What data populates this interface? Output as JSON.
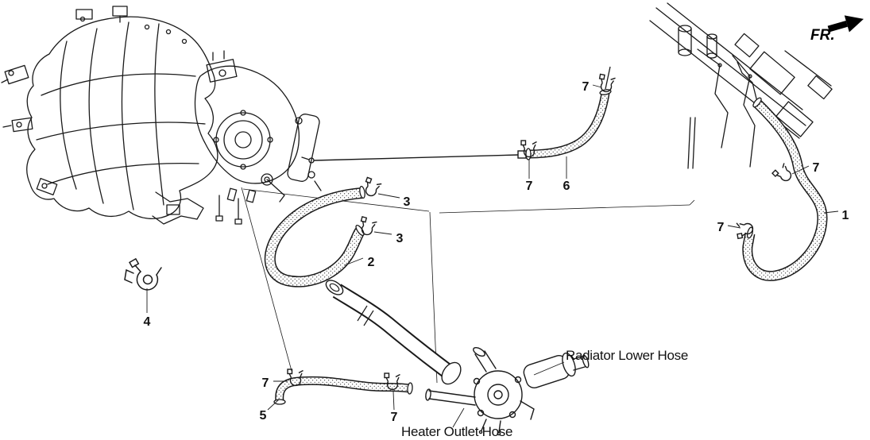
{
  "diagram": {
    "direction_label": "FR.",
    "annotations": {
      "radiator_lower_hose": "Radiator Lower Hose",
      "heater_outlet_hose": "Heater Outlet Hose"
    },
    "callouts": [
      {
        "label": "1"
      },
      {
        "label": "2"
      },
      {
        "label": "3"
      },
      {
        "label": "3"
      },
      {
        "label": "4"
      },
      {
        "label": "5"
      },
      {
        "label": "6"
      },
      {
        "label": "7"
      },
      {
        "label": "7"
      },
      {
        "label": "7"
      },
      {
        "label": "7"
      },
      {
        "label": "7"
      },
      {
        "label": "7"
      }
    ],
    "colors": {
      "line": "#1a1a1a",
      "background": "#ffffff"
    }
  }
}
